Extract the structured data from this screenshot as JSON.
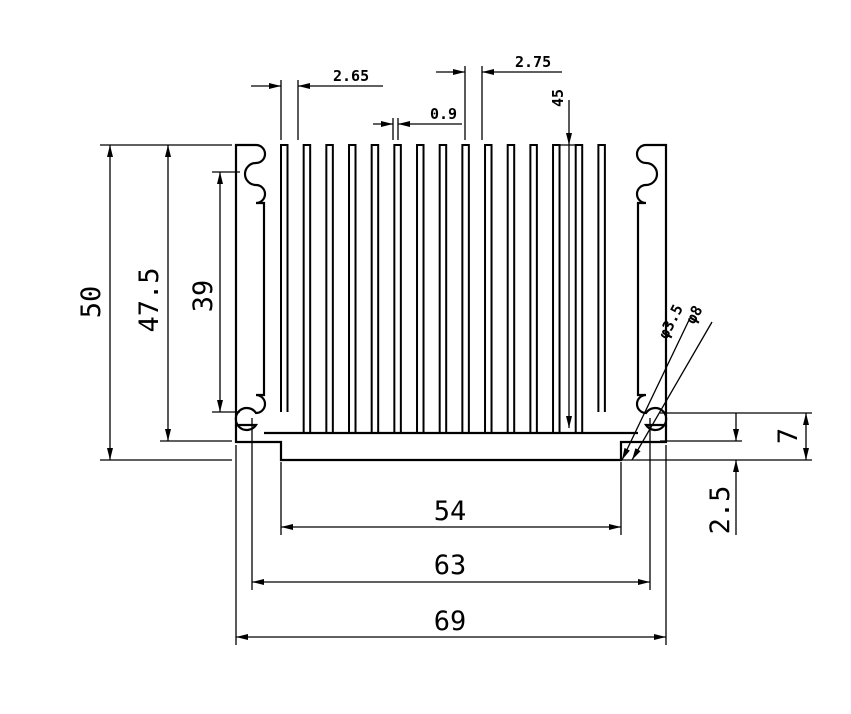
{
  "drawing": {
    "line_color": "#000000",
    "background": "#ffffff"
  },
  "dimensions": {
    "fin_gap": "2.65",
    "fin_tip": "0.9",
    "fin_pitch": "2.75",
    "fin_depth": "45",
    "overall_height": "50",
    "inner_height": "47.5",
    "slot_spacing": "39",
    "hole_small": "φ3.5",
    "hole_large": "φ8",
    "slot_offset": "7",
    "base_thickness": "2.5",
    "base_width": "54",
    "slot_width": "63",
    "overall_width": "69"
  }
}
